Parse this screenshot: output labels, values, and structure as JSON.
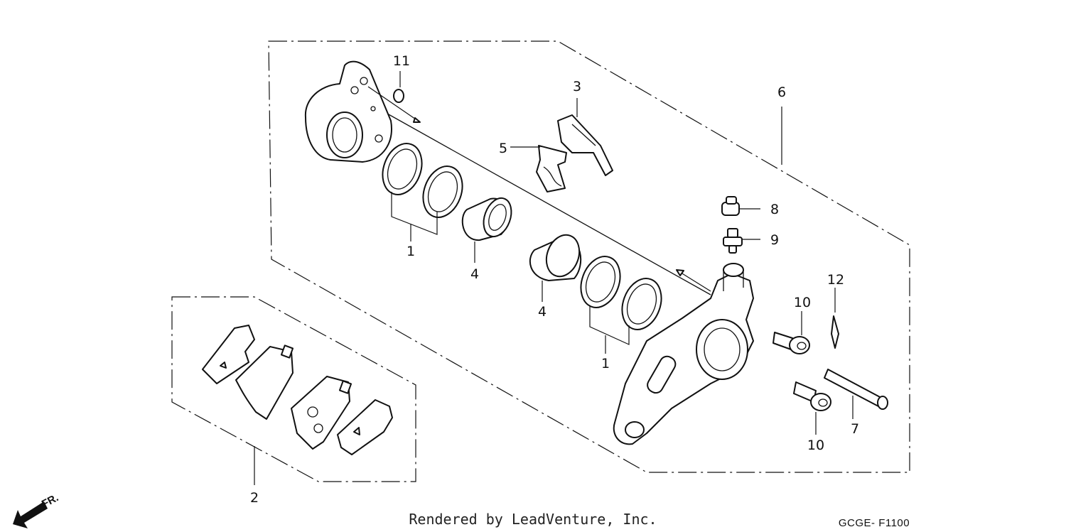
{
  "callouts": {
    "c1a": "1",
    "c1b": "1",
    "c2": "2",
    "c3": "3",
    "c4a": "4",
    "c4b": "4",
    "c5": "5",
    "c6": "6",
    "c7": "7",
    "c8": "8",
    "c9": "9",
    "c10a": "10",
    "c10b": "10",
    "c11": "11",
    "c12": "12"
  },
  "direction_label": "FR.",
  "footer": {
    "credit": "Rendered by LeadVenture, Inc.",
    "diagram_code": "GCGE- F1100"
  }
}
